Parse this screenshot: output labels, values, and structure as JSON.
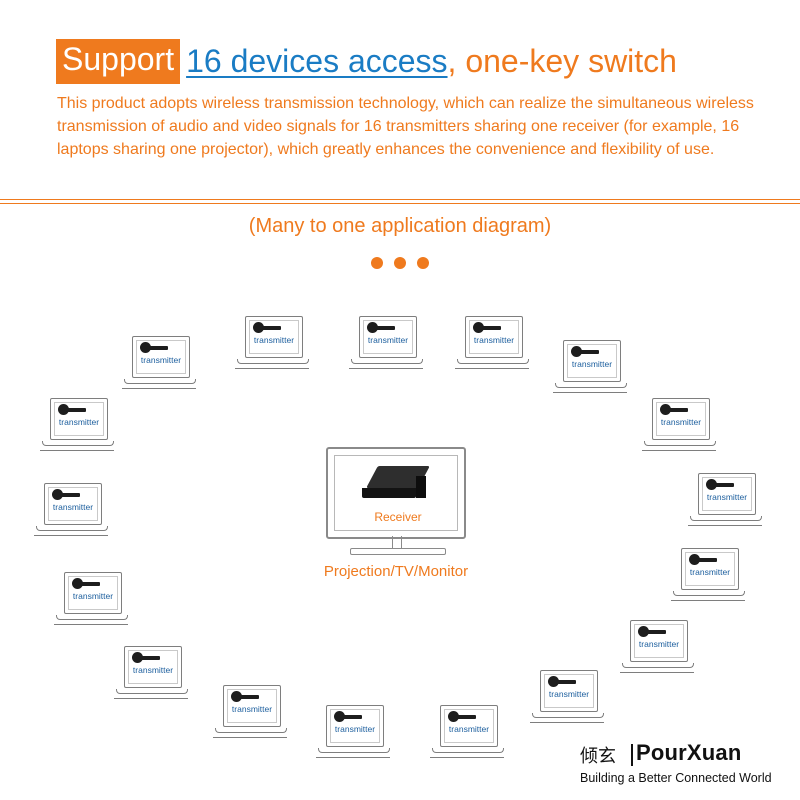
{
  "header": {
    "highlight": "Support",
    "blue_text": "16 devices access",
    "comma": ",",
    "orange_text": " one-key switch",
    "description": "This product adopts wireless transmission technology, which can realize the simultaneous wireless transmission of audio and video signals for 16 transmitters sharing one receiver (for example, 16 laptops sharing one projector), which greatly enhances the convenience and flexibility of use."
  },
  "diagram": {
    "title": "(Many to one application diagram)",
    "transmitter_label": "transmitter",
    "transmitter_count": 16,
    "receiver_label": "Receiver",
    "monitor_caption": "Projection/TV/Monitor"
  },
  "brand": {
    "chinese_name": "倾玄",
    "english_name": "PourXuan",
    "tagline": "Building a Better Connected World"
  },
  "colors": {
    "accent_orange": "#ef7a1e",
    "link_blue": "#1a7cc4",
    "label_blue": "#1d5f9e",
    "outline_gray": "#7e7e7e"
  }
}
